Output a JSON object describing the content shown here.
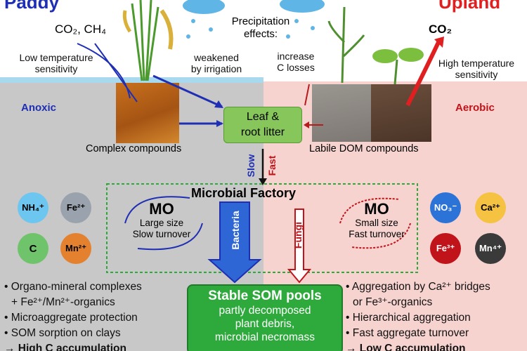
{
  "left": {
    "title": "Paddy",
    "gases": "CO₂, CH₄",
    "temp_sensitivity": [
      "Low temperature",
      "sensitivity"
    ],
    "irrigation": [
      "weakened",
      "by irrigation"
    ],
    "zone": "Anoxic",
    "compounds": "Complex compounds",
    "circles": [
      {
        "label": "NH₄⁺",
        "color": "#6cc6ef"
      },
      {
        "label": "Fe²⁺",
        "color": "#9aa3ad"
      },
      {
        "label": "C",
        "color": "#6fc36a"
      },
      {
        "label": "Mn²⁺",
        "color": "#e4812f"
      }
    ],
    "mo": {
      "title": "MO",
      "line1": "Large size",
      "line2": "Slow turnover"
    },
    "bacteria": "Bacteria",
    "bullets": [
      "• Organo-mineral complexes",
      "  + Fe²⁺/Mn²⁺-organics",
      "• Microaggregate protection",
      "• SOM sorption on clays",
      "→ High C accumulation"
    ]
  },
  "center": {
    "precipitation": [
      "Precipitation",
      "effects:"
    ],
    "litter": [
      "Leaf &",
      "root litter"
    ],
    "slow": "Slow",
    "fast": "Fast",
    "factory": "Microbial Factory",
    "som_title": "Stable SOM pools",
    "som_lines": [
      "partly decomposed",
      "plant debris,",
      "microbial necromass"
    ]
  },
  "right": {
    "title": "Upland",
    "gas": "CO₂",
    "temp_sensitivity": [
      "High temperature",
      "sensitivity"
    ],
    "losses": [
      "increase",
      "C losses"
    ],
    "zone": "Aerobic",
    "compounds": "Labile DOM compounds",
    "circles": [
      {
        "label": "NO₃⁻",
        "color": "#2b73d6"
      },
      {
        "label": "Ca²⁺",
        "color": "#f5c242"
      },
      {
        "label": "Fe³⁺",
        "color": "#c0141a"
      },
      {
        "label": "Mn⁴⁺",
        "color": "#3a3a3a"
      }
    ],
    "mo": {
      "title": "MO",
      "line1": "Small size",
      "line2": "Fast turnover"
    },
    "fungi": "Fungi",
    "bullets": [
      "• Aggregation by Ca²⁺ bridges",
      "  or Fe³⁺-organics",
      "• Hierarchical aggregation",
      "• Fast aggregate turnover",
      "→ Low C accumulation"
    ]
  },
  "colors": {
    "paddy_blue": "#1f2fb4",
    "upland_red": "#e02020",
    "green_box": "#2eaa3c",
    "litter_green": "#86c65a"
  }
}
